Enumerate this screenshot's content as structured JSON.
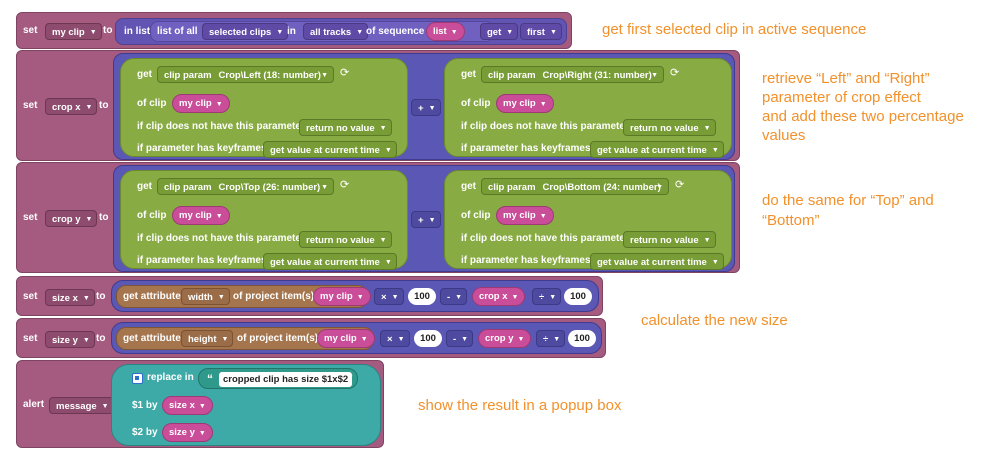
{
  "blocks": {
    "b1": {
      "keyword": "set",
      "variable": "my clip",
      "to": "to",
      "in_list": "in list",
      "list_of_all": "list of all",
      "selected_clips": "selected clips",
      "in": "in",
      "all_tracks": "all tracks",
      "of_sequence": "of sequence",
      "list_var": "list",
      "get": "get",
      "first": "first"
    },
    "b2": {
      "keyword": "set",
      "variable": "crop x",
      "to": "to",
      "operator": "+",
      "left": {
        "get": "get",
        "clip_param": "clip param",
        "param": "Crop\\Left (18: number)",
        "of_clip": "of clip",
        "clip": "my clip",
        "no_param_label": "if clip does not have this parameter",
        "no_param_value": "return no value",
        "keyframes_label": "if parameter has keyframes",
        "keyframes_value": "get value at current time"
      },
      "right": {
        "get": "get",
        "clip_param": "clip param",
        "param": "Crop\\Right (31: number)",
        "of_clip": "of clip",
        "clip": "my clip",
        "no_param_label": "if clip does not have this parameter",
        "no_param_value": "return no value",
        "keyframes_label": "if parameter has keyframes",
        "keyframes_value": "get value at current time"
      }
    },
    "b3": {
      "keyword": "set",
      "variable": "crop y",
      "to": "to",
      "operator": "+",
      "left": {
        "get": "get",
        "clip_param": "clip param",
        "param": "Crop\\Top (26: number)",
        "of_clip": "of clip",
        "clip": "my clip",
        "no_param_label": "if clip does not have this parameter",
        "no_param_value": "return no value",
        "keyframes_label": "if parameter has keyframes",
        "keyframes_value": "get value at current time"
      },
      "right": {
        "get": "get",
        "clip_param": "clip param",
        "param": "Crop\\Bottom (24: number)",
        "of_clip": "of clip",
        "clip": "my clip",
        "no_param_label": "if clip does not have this parameter",
        "no_param_value": "return no value",
        "keyframes_label": "if parameter has keyframes",
        "keyframes_value": "get value at current time"
      }
    },
    "b4": {
      "keyword": "set",
      "variable": "size x",
      "to": "to",
      "get_attribute": "get attribute",
      "attribute": "width",
      "of_project_items": "of project item(s)",
      "clip": "my clip",
      "op1": "×",
      "n1": "100",
      "op2": "-",
      "crop_var": "crop x",
      "op3": "÷",
      "n2": "100"
    },
    "b5": {
      "keyword": "set",
      "variable": "size y",
      "to": "to",
      "get_attribute": "get attribute",
      "attribute": "height",
      "of_project_items": "of project item(s)",
      "clip": "my clip",
      "op1": "×",
      "n1": "100",
      "op2": "-",
      "crop_var": "crop y",
      "op3": "÷",
      "n2": "100"
    },
    "b6": {
      "keyword": "alert",
      "variable": "message",
      "replace_in": "replace in",
      "open_quote": "“",
      "string": "cropped clip has size $1x$2",
      "close_quote": "”",
      "by1_label": "$1 by",
      "by1_var": "size x",
      "by2_label": "$2 by",
      "by2_var": "size y"
    }
  },
  "comments": {
    "c1": "get first selected clip in active sequence",
    "c2a": "retrieve “Left” and “Right”",
    "c2b": "parameter of crop effect",
    "c2c": "and add these two percentage",
    "c2d": "values",
    "c3a": "do the same for “Top” and",
    "c3b": "“Bottom”",
    "c4": "calculate the new size",
    "c5": "show the result in a popup box"
  },
  "icons": {
    "dropdown": "chevron-down-icon",
    "refresh": "refresh-icon",
    "gear": "gear-icon"
  },
  "colors": {
    "set_block": "#a55b80",
    "list_block": "#6254b3",
    "green_block": "#88ab43",
    "attribute_block": "#a5754d",
    "math_block": "#5a57b5",
    "text_block": "#3eaaa8",
    "variable_pill": "#c94d98",
    "comment": "#f2912b"
  }
}
